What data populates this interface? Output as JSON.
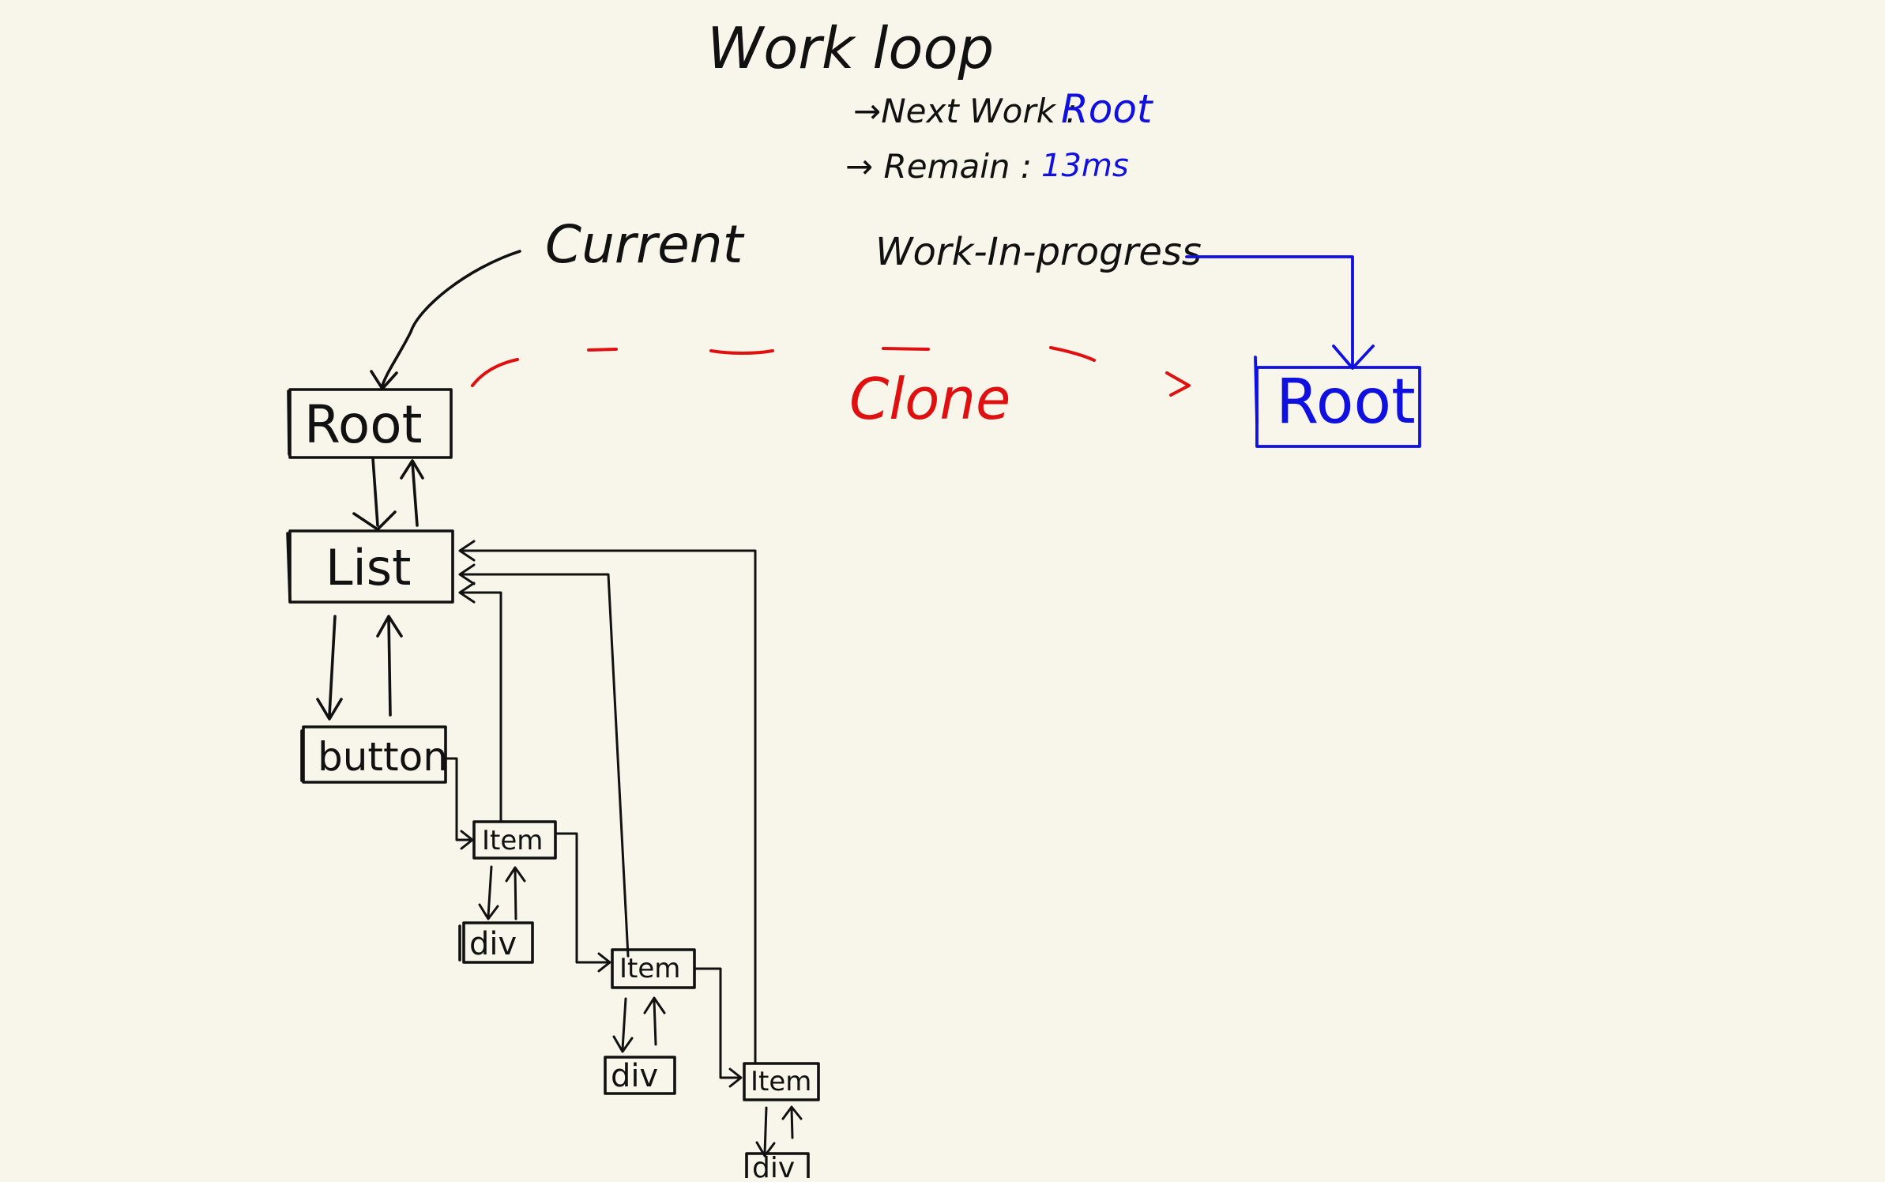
{
  "title": "Work loop",
  "status": {
    "next_work_label": "→Next Work :",
    "next_work_value": "Root",
    "remain_label": "→ Remain :",
    "remain_value": "13ms"
  },
  "labels": {
    "current": "Current",
    "work_in_progress": "Work-In-progress",
    "clone": "Clone"
  },
  "current_tree": {
    "root": "Root",
    "list": "List",
    "button": "button",
    "item_1": "Item",
    "div_1": "div",
    "item_2": "Item",
    "div_2": "div",
    "item_3": "Item",
    "div_3": "div"
  },
  "wip_tree": {
    "root": "Root"
  },
  "colors": {
    "background": "#f8f6ea",
    "ink": "#111111",
    "wip": "#1010e0",
    "clone": "#e01010"
  }
}
